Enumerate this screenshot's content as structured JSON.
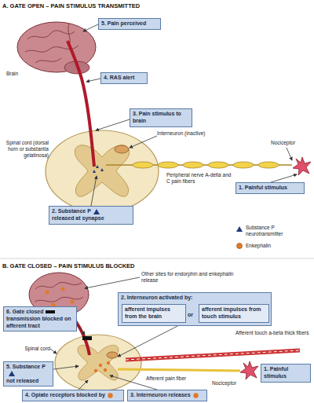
{
  "diagram": {
    "nodes": [
      {
        "text": [
          "5. Pain perceived"
        ]
      },
      {
        "text": [
          "4. RAS alert"
        ]
      },
      {
        "text": [
          "3. Pain stimulus to brain"
        ]
      },
      {
        "text": [
          "2. Substance P",
          "released at synapse"
        ]
      },
      {
        "text": [
          "1. Painful stimulus"
        ]
      },
      {
        "text": [
          "2. Interneuron activated by:",
          "or"
        ]
      },
      {
        "text": [
          "afferent impulses from the brain"
        ],
        "in": 5
      },
      {
        "text": [
          "afferent impulses from touch stimulus"
        ],
        "in": 5
      },
      {
        "text": [
          "6. Gate closed",
          "transmission blocked on afferent tract"
        ]
      },
      {
        "text": [
          "5. Substance P",
          "not released"
        ]
      },
      {
        "text": [
          "1. Painful stimulus"
        ]
      },
      {
        "text": [
          "4. Opiate receptors blocked by"
        ]
      },
      {
        "text": [
          "3. Interneuron releases"
        ]
      }
    ],
    "labels": [
      "A. GATE OPEN – PAIN STIMULUS TRANSMITTED",
      "Brain",
      "Spinal cord (dorsal horn or substantia gelatinosa)",
      "Interneuron (inactive)",
      "Nociceptor",
      "Peripheral nerve A-delta and C pain fibers",
      "B. GATE CLOSED – PAIN STIMULUS BLOCKED",
      "Other sites for endorphin and enkephalin release",
      "Afferent touch a-beta thick fibers",
      "Spinal cord",
      "Afferent pain fiber",
      "Nociceptor"
    ],
    "legend": [
      {
        "text": "Substance P neurotransmitter"
      },
      {
        "text": "Enkephalin"
      }
    ]
  }
}
